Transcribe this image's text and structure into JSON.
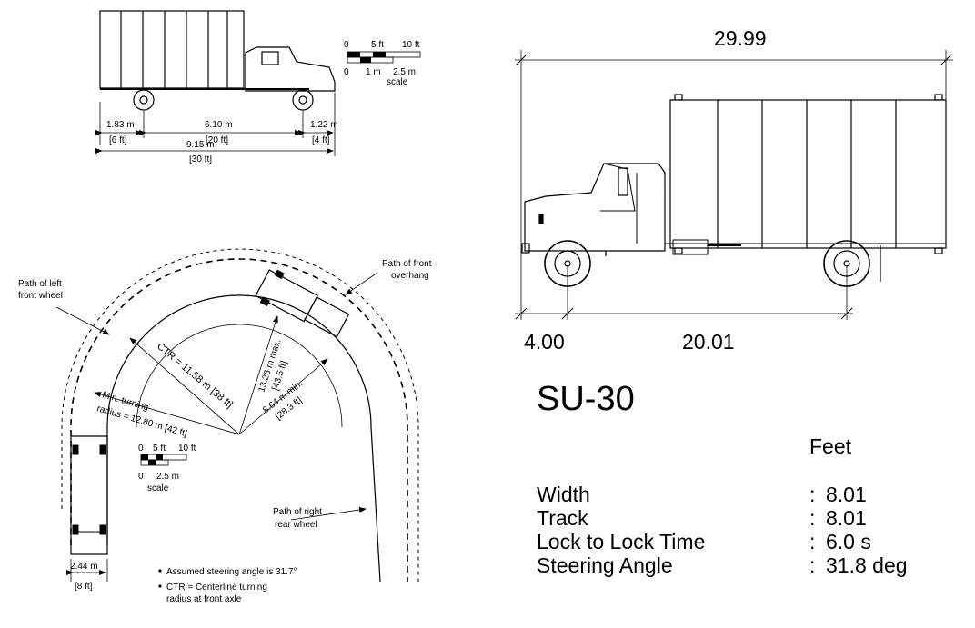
{
  "top_left_diagram": {
    "scale": {
      "ft_labels": [
        "0",
        "5 ft",
        "10 ft"
      ],
      "m_labels": [
        "0",
        "1 m",
        "2.5 m"
      ],
      "word": "scale"
    },
    "dims": {
      "front_overhang_m": "1.83 m",
      "front_overhang_ft": "[6 ft]",
      "wheelbase_m": "6.10 m",
      "wheelbase_ft": "[20 ft]",
      "rear_overhang_m": "1.22 m",
      "rear_overhang_ft": "[4 ft]",
      "overall_m": "9.15 m",
      "overall_ft": "[30 ft]"
    }
  },
  "turning_diagram": {
    "labels": {
      "left_front_wheel_line1": "Path of left",
      "left_front_wheel_line2": "front wheel",
      "front_overhang_line1": "Path of front",
      "front_overhang_line2": "overhang",
      "ctr": "CTR = 11.58 m [38 ft]",
      "max": "13.26 m max.",
      "max_ft": "[43.5 ft]",
      "min": "8.64 m min.",
      "min_ft": "[28.3 ft]",
      "min_turning_line1": "Min. turning",
      "min_turning_line2": "radius = 12.80 m [42 ft]",
      "right_rear_line1": "Path of right",
      "right_rear_line2": "rear wheel",
      "width_m": "2.44 m",
      "width_ft": "[8 ft]"
    },
    "scale": {
      "ft_labels": [
        "0",
        "5 ft",
        "10 ft"
      ],
      "m_labels": [
        "0",
        "2.5 m"
      ],
      "word": "scale"
    },
    "notes": [
      "Assumed steering angle is 31.7°",
      "CTR = Centerline turning",
      "radius at front axle"
    ]
  },
  "right_diagram": {
    "overall_length": "29.99",
    "front_overhang": "4.00",
    "wheelbase": "20.01"
  },
  "spec": {
    "title": "SU-30",
    "units": "Feet",
    "rows": [
      {
        "label": "Width",
        "value": "8.01"
      },
      {
        "label": "Track",
        "value": "8.01"
      },
      {
        "label": "Lock to Lock Time",
        "value": "6.0 s"
      },
      {
        "label": "Steering Angle",
        "value": "31.8 deg"
      }
    ]
  }
}
